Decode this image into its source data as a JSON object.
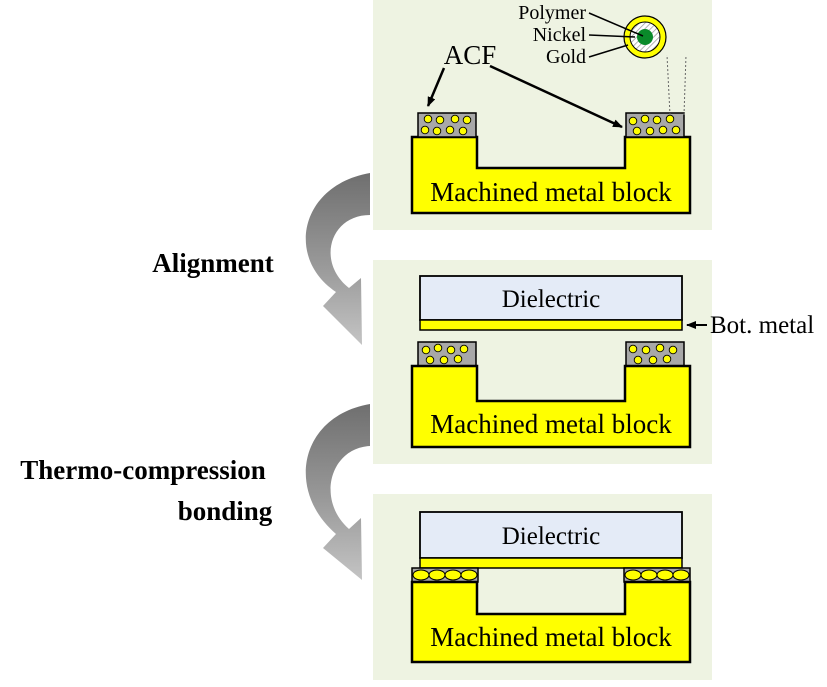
{
  "steps": {
    "alignment": "Alignment",
    "bonding_line1": "Thermo-compression",
    "bonding_line2": "bonding"
  },
  "labels": {
    "block": "Machined metal block",
    "dielectric": "Dielectric",
    "bot_metal": "Bot. metal",
    "acf": "ACF",
    "polymer": "Polymer",
    "nickel": "Nickel",
    "gold": "Gold"
  },
  "colors": {
    "panel_background": "#eef3e2",
    "metal_block": "#ffff00",
    "acf_film": "#a8a8a8",
    "dielectric": "#e4ebf7",
    "nickel_core": "#0a8a2a",
    "arrow": "#8c8c8c"
  }
}
